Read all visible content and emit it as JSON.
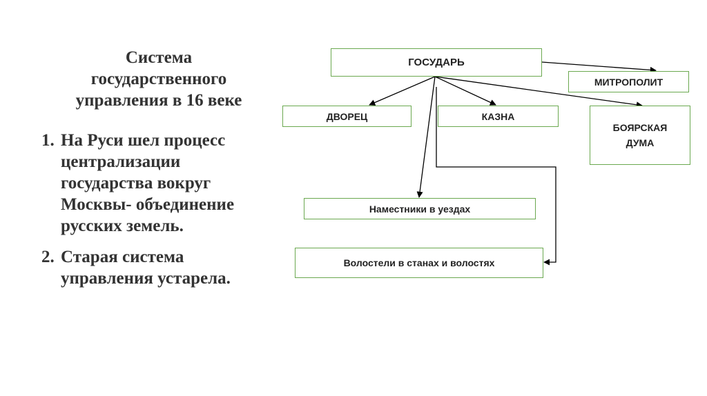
{
  "title": {
    "lines": [
      "Система",
      "государственного",
      "управления в 16 веке"
    ]
  },
  "points": [
    {
      "num": "1.",
      "lines": [
        "На Руси шел процесс",
        "централизации",
        "государства вокруг",
        "Москвы- объединение",
        "русских земель."
      ]
    },
    {
      "num": "2.",
      "lines": [
        "Старая система",
        "управления устарела."
      ]
    }
  ],
  "diagram": {
    "nodes": {
      "gosudar": "ГОСУДАРЬ",
      "mitropolit": "МИТРОПОЛИТ",
      "dvorets": "ДВОРЕЦ",
      "kazna": "КАЗНА",
      "boyarskaya_duma": [
        "БОЯРСКАЯ",
        "ДУМА"
      ],
      "namestniki": "Наместники в уездах",
      "volosteli": "Волостели в станах и волостях"
    },
    "border_color": "#6aa84f",
    "arrow_color": "#000000"
  }
}
